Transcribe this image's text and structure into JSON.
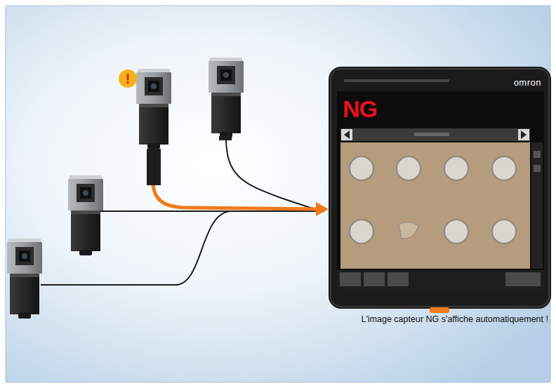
{
  "diagram": {
    "nodes": [
      {
        "text": [
          "!"
        ]
      },
      {
        "text": [
          "omron"
        ]
      },
      {
        "text": [
          "NG"
        ],
        "in": 1
      }
    ],
    "labels": [
      "L'image capteur NG s'affiche automatiquement !"
    ]
  }
}
